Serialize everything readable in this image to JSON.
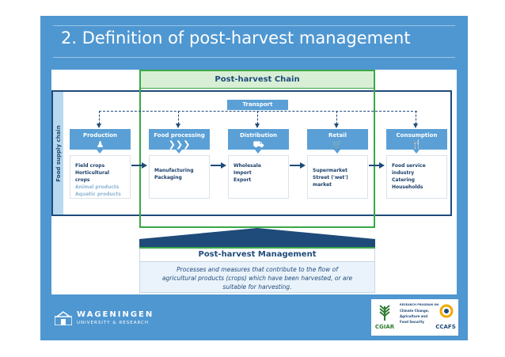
{
  "title": "2. Definition of post-harvest management",
  "chain_title": "Post-harvest Chain",
  "transport_label": "Transport",
  "supply_chain_label": "Food supply chain",
  "stages": [
    {
      "name": "Production",
      "icon": "farmer-icon",
      "items": [
        "Field crops",
        "Horticultural crops",
        "Animal products",
        "Aquatic products"
      ]
    },
    {
      "name": "Food processing",
      "icon": "forward-arrows-icon",
      "items": [
        "Manufacturing",
        "Packaging"
      ]
    },
    {
      "name": "Distribution",
      "icon": "truck-icon",
      "items": [
        "Wholesale",
        "Import",
        "Export"
      ]
    },
    {
      "name": "Retail",
      "icon": "cart-icon",
      "items": [
        "Supermarket",
        "Street ('wet') market"
      ]
    },
    {
      "name": "Consumption",
      "icon": "cutlery-icon",
      "items": [
        "Food service industry",
        "Catering",
        "Households"
      ]
    }
  ],
  "management": {
    "title": "Post-harvest Management",
    "description_lines": [
      "Processes and measures that contribute to the flow of",
      "agricultural products (crops) which have been harvested, or are",
      "suitable for harvesting."
    ]
  },
  "footer": {
    "brand_line1": "WAGENINGEN",
    "brand_line2": "UNIVERSITY & RESEARCH",
    "cgiar_label": "CGIAR",
    "program_lines": [
      "RESEARCH PROGRAM ON",
      "Climate Change,",
      "Agriculture and",
      "Food Security"
    ],
    "ccafs_label": "CCAFS"
  },
  "colors": {
    "slide_blue": "#4f97d1",
    "navy": "#1f4b7a",
    "chain_green": "#39a845",
    "stage_blue": "#5aa0d6",
    "band_light": "#b8d8ef"
  }
}
